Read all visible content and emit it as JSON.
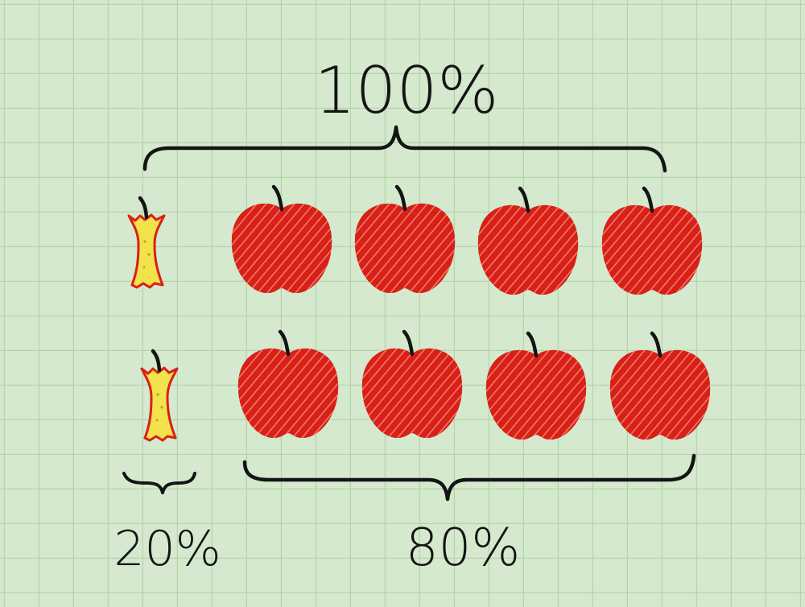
{
  "labels": {
    "total": "100%",
    "eaten": "20%",
    "remaining": "80%"
  },
  "rows": [
    {
      "items": [
        "core",
        "apple",
        "apple",
        "apple",
        "apple"
      ]
    },
    {
      "items": [
        "core",
        "apple",
        "apple",
        "apple",
        "apple"
      ]
    }
  ],
  "colors": {
    "background": "#d4e9cd",
    "grid": "#b7d3ad",
    "apple": "#d92016",
    "core_flesh": "#f2e24b",
    "ink": "#141414"
  }
}
